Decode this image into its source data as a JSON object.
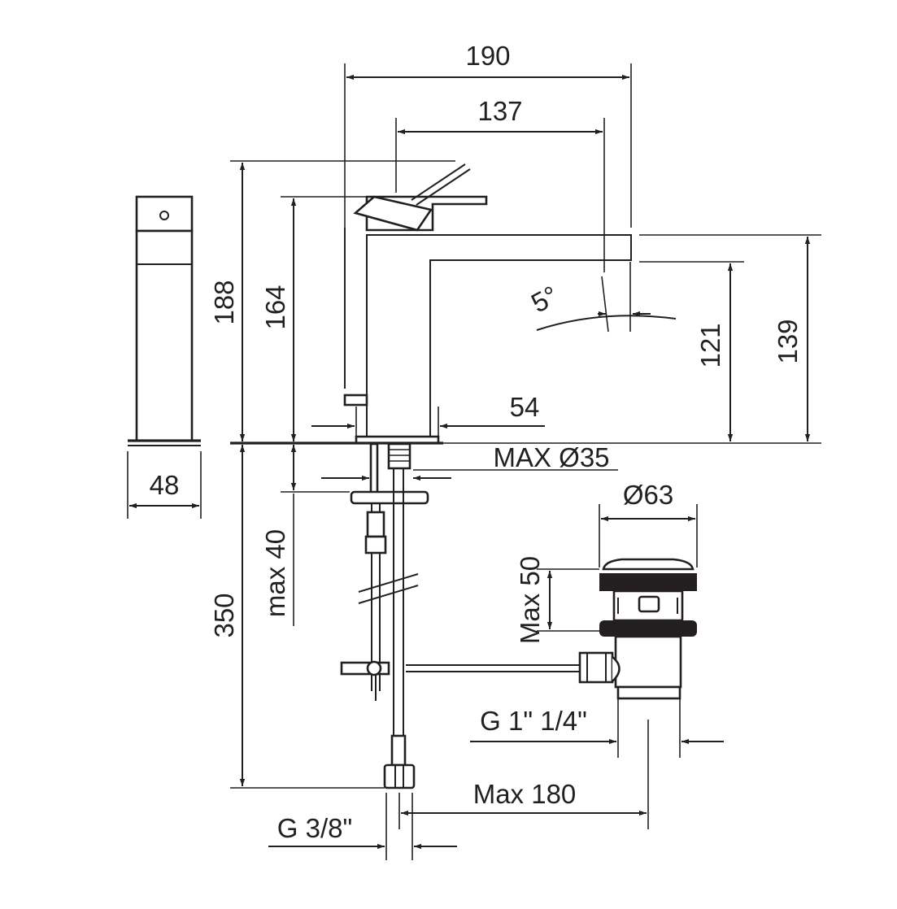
{
  "drawing": {
    "dimensions": {
      "width_overall": "190",
      "spout_reach": "137",
      "height_total": "188",
      "height_handle": "164",
      "spout_outlet_height": "139",
      "spout_clearance": "121",
      "spout_angle": "5°",
      "body_depth_side": "48",
      "base_offset": "54",
      "hole_diameter": "MAX Ø35",
      "counter_thickness": "max 40",
      "below_counter": "350",
      "waste_diameter": "Ø63",
      "waste_height": "Max 50",
      "waste_thread": "G 1\" 1/4\"",
      "waste_distance": "Max 180",
      "supply_thread": "G 3/8\""
    }
  }
}
